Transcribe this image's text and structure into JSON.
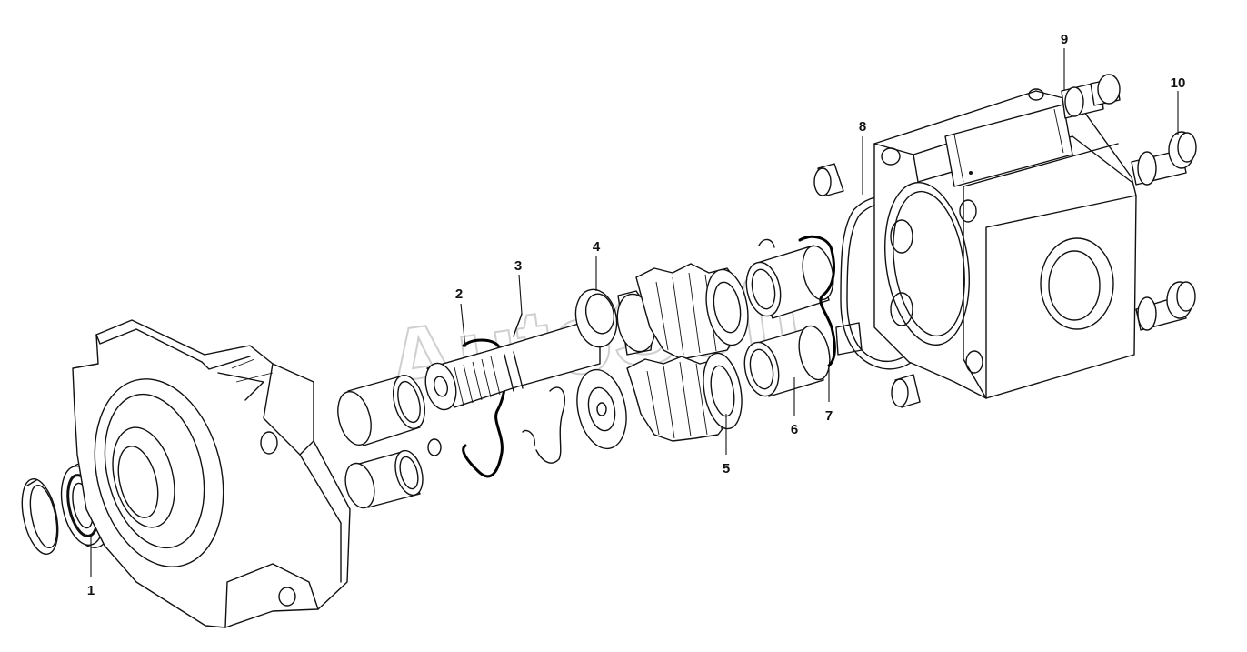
{
  "watermark": "AutoSoft",
  "callouts": [
    {
      "id": "1",
      "label": "1"
    },
    {
      "id": "2",
      "label": "2"
    },
    {
      "id": "3",
      "label": "3"
    },
    {
      "id": "4",
      "label": "4"
    },
    {
      "id": "5",
      "label": "5"
    },
    {
      "id": "6",
      "label": "6"
    },
    {
      "id": "7",
      "label": "7"
    },
    {
      "id": "8",
      "label": "8"
    },
    {
      "id": "9",
      "label": "9"
    },
    {
      "id": "10",
      "label": "10"
    }
  ]
}
